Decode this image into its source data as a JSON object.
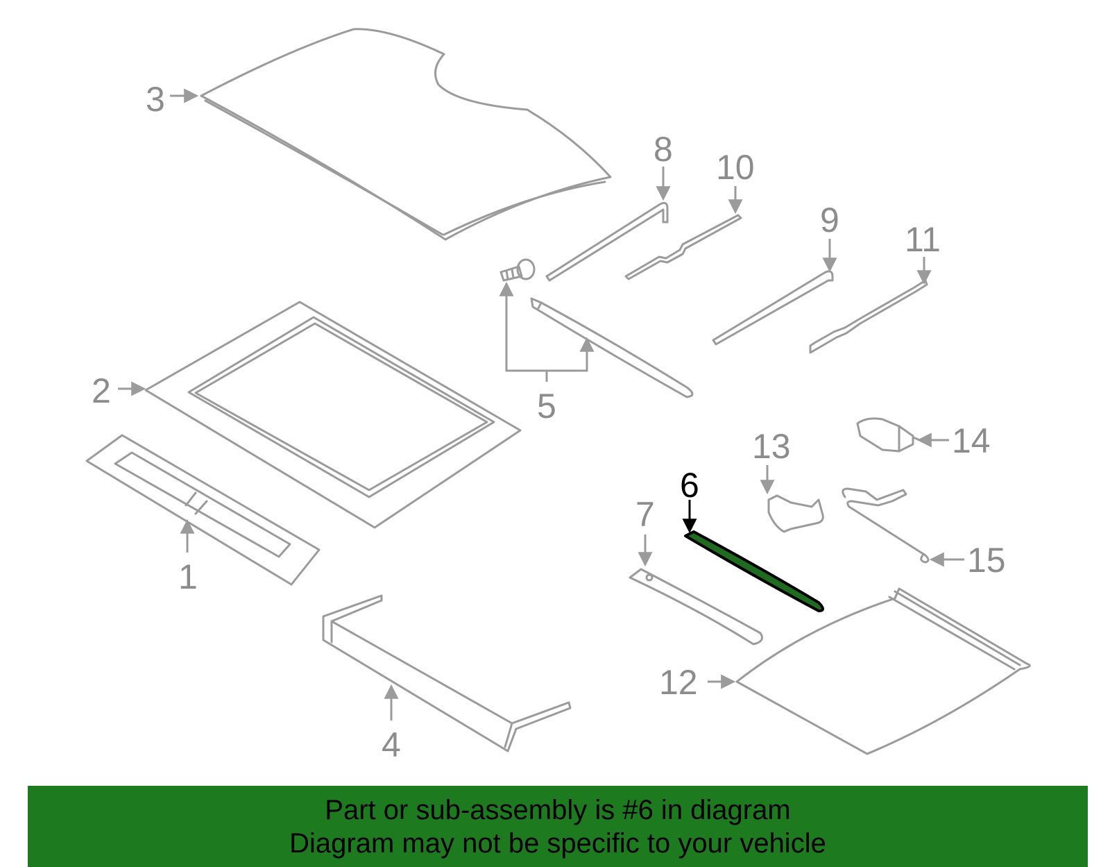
{
  "diagram": {
    "callouts": {
      "c1": "1",
      "c2": "2",
      "c3": "3",
      "c4": "4",
      "c5": "5",
      "c6": "6",
      "c7": "7",
      "c8": "8",
      "c9": "9",
      "c10": "10",
      "c11": "11",
      "c12": "12",
      "c13": "13",
      "c14": "14",
      "c15": "15"
    },
    "highlighted_part": "6",
    "colors": {
      "part_stroke": "#9b9b9b",
      "highlight_stroke": "#000000",
      "highlight_fill": "#1f6b1f",
      "banner_bg": "#1e7a1e"
    }
  },
  "banner": {
    "line1": "Part or sub-assembly is #6 in diagram",
    "line2": "Diagram may not be specific to your vehicle"
  }
}
